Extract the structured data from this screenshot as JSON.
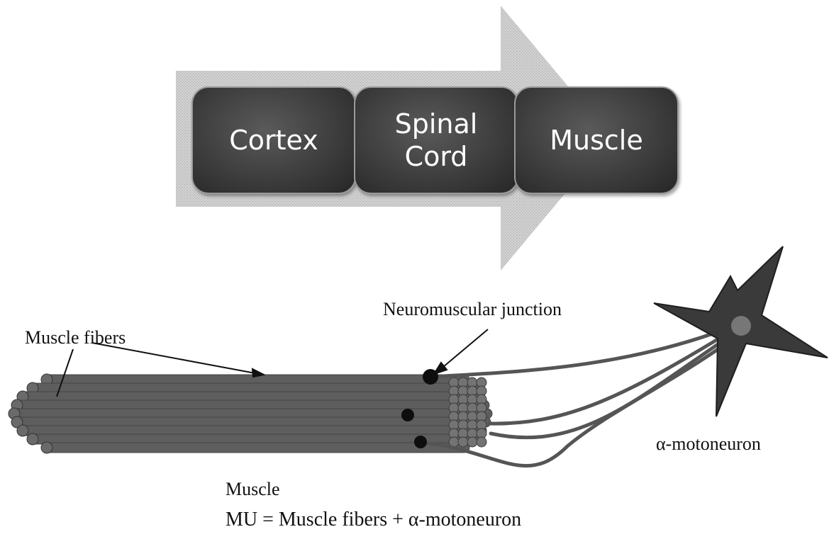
{
  "flow": {
    "steps": [
      "Cortex",
      "Spinal\nCord",
      "Muscle"
    ]
  },
  "labels": {
    "muscle_fibers": "Muscle fibers",
    "neuromuscular_junction": "Neuromuscular junction",
    "motoneuron": "α-motoneuron",
    "muscle": "Muscle",
    "equation": "MU = Muscle fibers + α-motoneuron"
  },
  "colors": {
    "box_fill": "#3b3b3b",
    "arrow_fill": "#c9c9c9",
    "fiber_fill": "#5e5e5e",
    "junction_fill": "#0e0e0e",
    "neuron_fill": "#3a3a3a",
    "nucleus_fill": "#777777"
  }
}
